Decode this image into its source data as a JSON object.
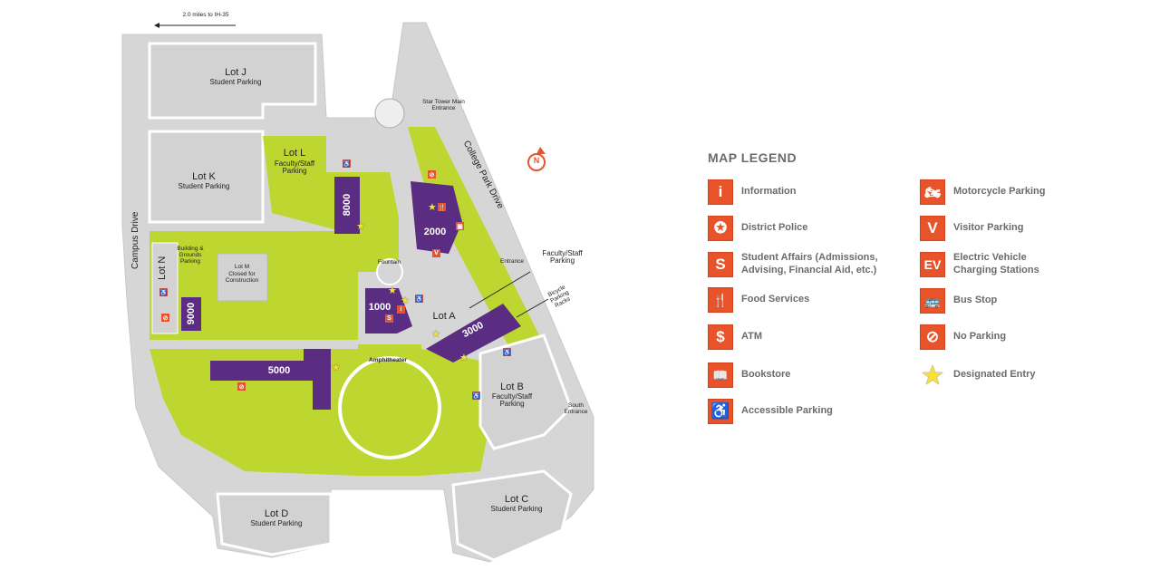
{
  "map": {
    "direction_note": "2.0 miles to IH-35",
    "north_symbol": "N",
    "roads": {
      "campus_drive": "Campus Drive",
      "college_park_drive": "College Park Drive"
    },
    "entrances": {
      "star_tower": "Star Tower Main Entrance",
      "entrance": "Entrance",
      "south": "South Entrance"
    },
    "lots": {
      "j": {
        "name": "Lot J",
        "sub": "Student Parking"
      },
      "k": {
        "name": "Lot K",
        "sub": "Student Parking"
      },
      "l": {
        "name": "Lot L",
        "sub": "Faculty/Staff Parking"
      },
      "n": {
        "name": "Lot N"
      },
      "m": {
        "name": "Lot M",
        "sub": "Closed for Construction"
      },
      "a": {
        "name": "Lot A"
      },
      "b": {
        "name": "Lot B",
        "sub": "Faculty/Staff Parking"
      },
      "c": {
        "name": "Lot C",
        "sub": "Student Parking"
      },
      "d": {
        "name": "Lot D",
        "sub": "Student Parking"
      }
    },
    "buildings": [
      "8000",
      "2000",
      "1000",
      "3000",
      "9000",
      "5000"
    ],
    "labels": {
      "fountain": "Fountain",
      "amphitheater": "Amphitheater",
      "faculty_staff_parking": "Faculty/Staff Parking",
      "bicycle_parking": "Bicycle Parking Racks",
      "building_grounds": "Building & Grounds Parking"
    },
    "colors": {
      "green": "#bdd630",
      "purple": "#5a2d82",
      "gray": "#d6d6d6",
      "orange": "#e8532a"
    }
  },
  "legend": {
    "title": "MAP LEGEND",
    "items": [
      {
        "icon": "information-icon",
        "glyph": "i",
        "label": "Information"
      },
      {
        "icon": "police-badge-icon",
        "glyph": "✪",
        "label": "District Police"
      },
      {
        "icon": "student-affairs-icon",
        "glyph": "S",
        "label": "Student Affairs (Admissions, Advising, Financial Aid, etc.)"
      },
      {
        "icon": "food-services-icon",
        "glyph": "🍴",
        "label": "Food Services"
      },
      {
        "icon": "atm-icon",
        "glyph": "$",
        "label": "ATM"
      },
      {
        "icon": "bookstore-icon",
        "glyph": "📖",
        "label": "Bookstore"
      },
      {
        "icon": "accessible-parking-icon",
        "glyph": "♿",
        "label": "Accessible Parking"
      },
      {
        "icon": "motorcycle-parking-icon",
        "glyph": "🏍",
        "label": "Motorcycle Parking"
      },
      {
        "icon": "visitor-parking-icon",
        "glyph": "V",
        "label": "Visitor Parking"
      },
      {
        "icon": "ev-charging-icon",
        "glyph": "EV",
        "label": "Electric Vehicle Charging Stations"
      },
      {
        "icon": "bus-stop-icon",
        "glyph": "🚌",
        "label": "Bus Stop"
      },
      {
        "icon": "no-parking-icon",
        "glyph": "⊘",
        "label": "No Parking"
      },
      {
        "icon": "designated-entry-star-icon",
        "glyph": "★",
        "label": "Designated Entry"
      }
    ]
  }
}
